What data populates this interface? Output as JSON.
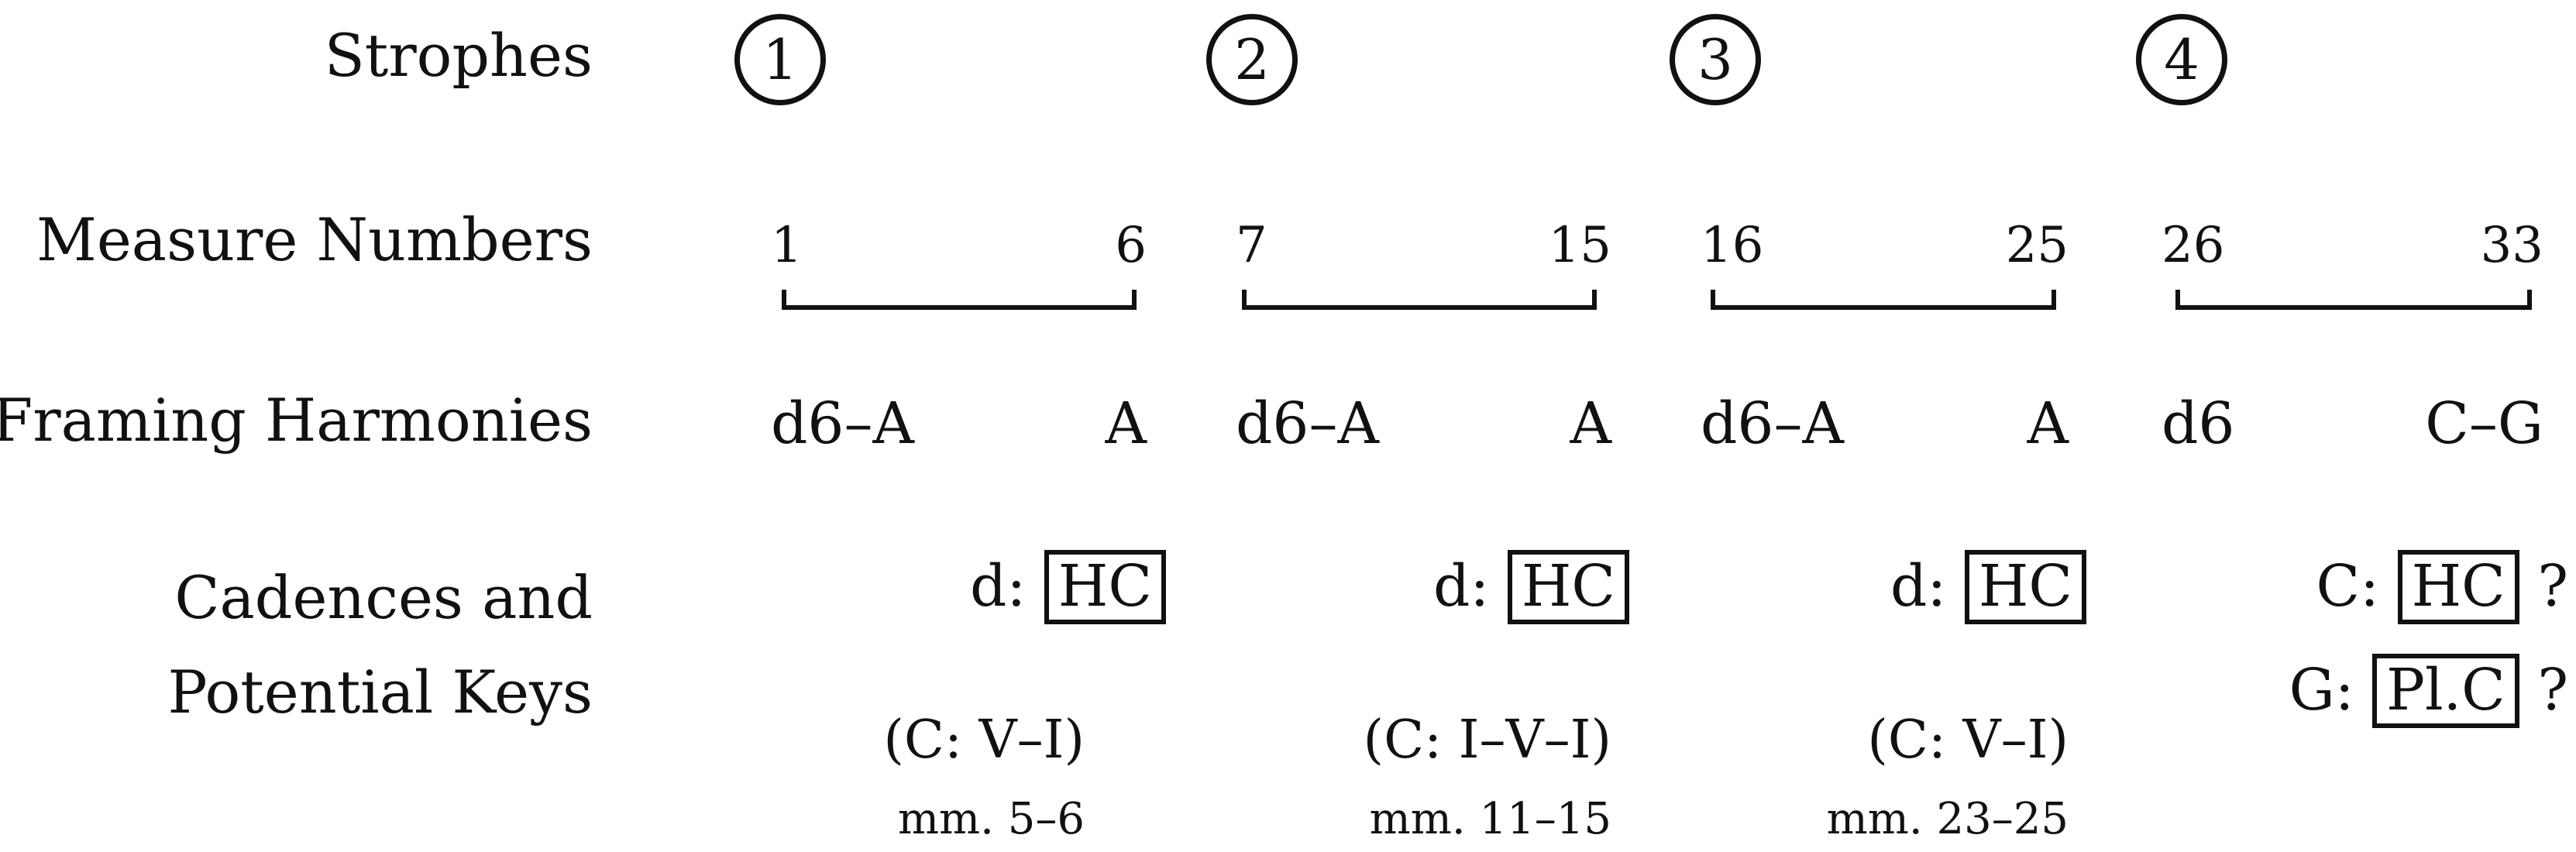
{
  "row_labels": {
    "strophes": "Strophes",
    "measure_numbers": "Measure Numbers",
    "framing_harmonies": "Framing Harmonies",
    "cadences_line1": "Cadences and",
    "cadences_line2": "Potential Keys"
  },
  "strophes": [
    {
      "number": "1",
      "measure_start": "1",
      "measure_end": "6",
      "harmony_start": "d6–A",
      "harmony_end": "A",
      "cadences": [
        {
          "key": "d:",
          "cadence": "HC",
          "suffix": ""
        }
      ],
      "alt_harmony": "(C: V–I)",
      "alt_measures": "mm. 5–6"
    },
    {
      "number": "2",
      "measure_start": "7",
      "measure_end": "15",
      "harmony_start": "d6–A",
      "harmony_end": "A",
      "cadences": [
        {
          "key": "d:",
          "cadence": "HC",
          "suffix": ""
        }
      ],
      "alt_harmony": "(C: I–V–I)",
      "alt_measures": "mm. 11–15"
    },
    {
      "number": "3",
      "measure_start": "16",
      "measure_end": "25",
      "harmony_start": "d6–A",
      "harmony_end": "A",
      "cadences": [
        {
          "key": "d:",
          "cadence": "HC",
          "suffix": ""
        }
      ],
      "alt_harmony": "(C: V–I)",
      "alt_measures": "mm. 23–25"
    },
    {
      "number": "4",
      "measure_start": "26",
      "measure_end": "33",
      "harmony_start": "d6",
      "harmony_end": "C–G",
      "cadences": [
        {
          "key": "C:",
          "cadence": "HC",
          "suffix": "?"
        },
        {
          "key": "G:",
          "cadence": "Pl.C",
          "suffix": "?"
        }
      ],
      "alt_harmony": "",
      "alt_measures": ""
    }
  ]
}
